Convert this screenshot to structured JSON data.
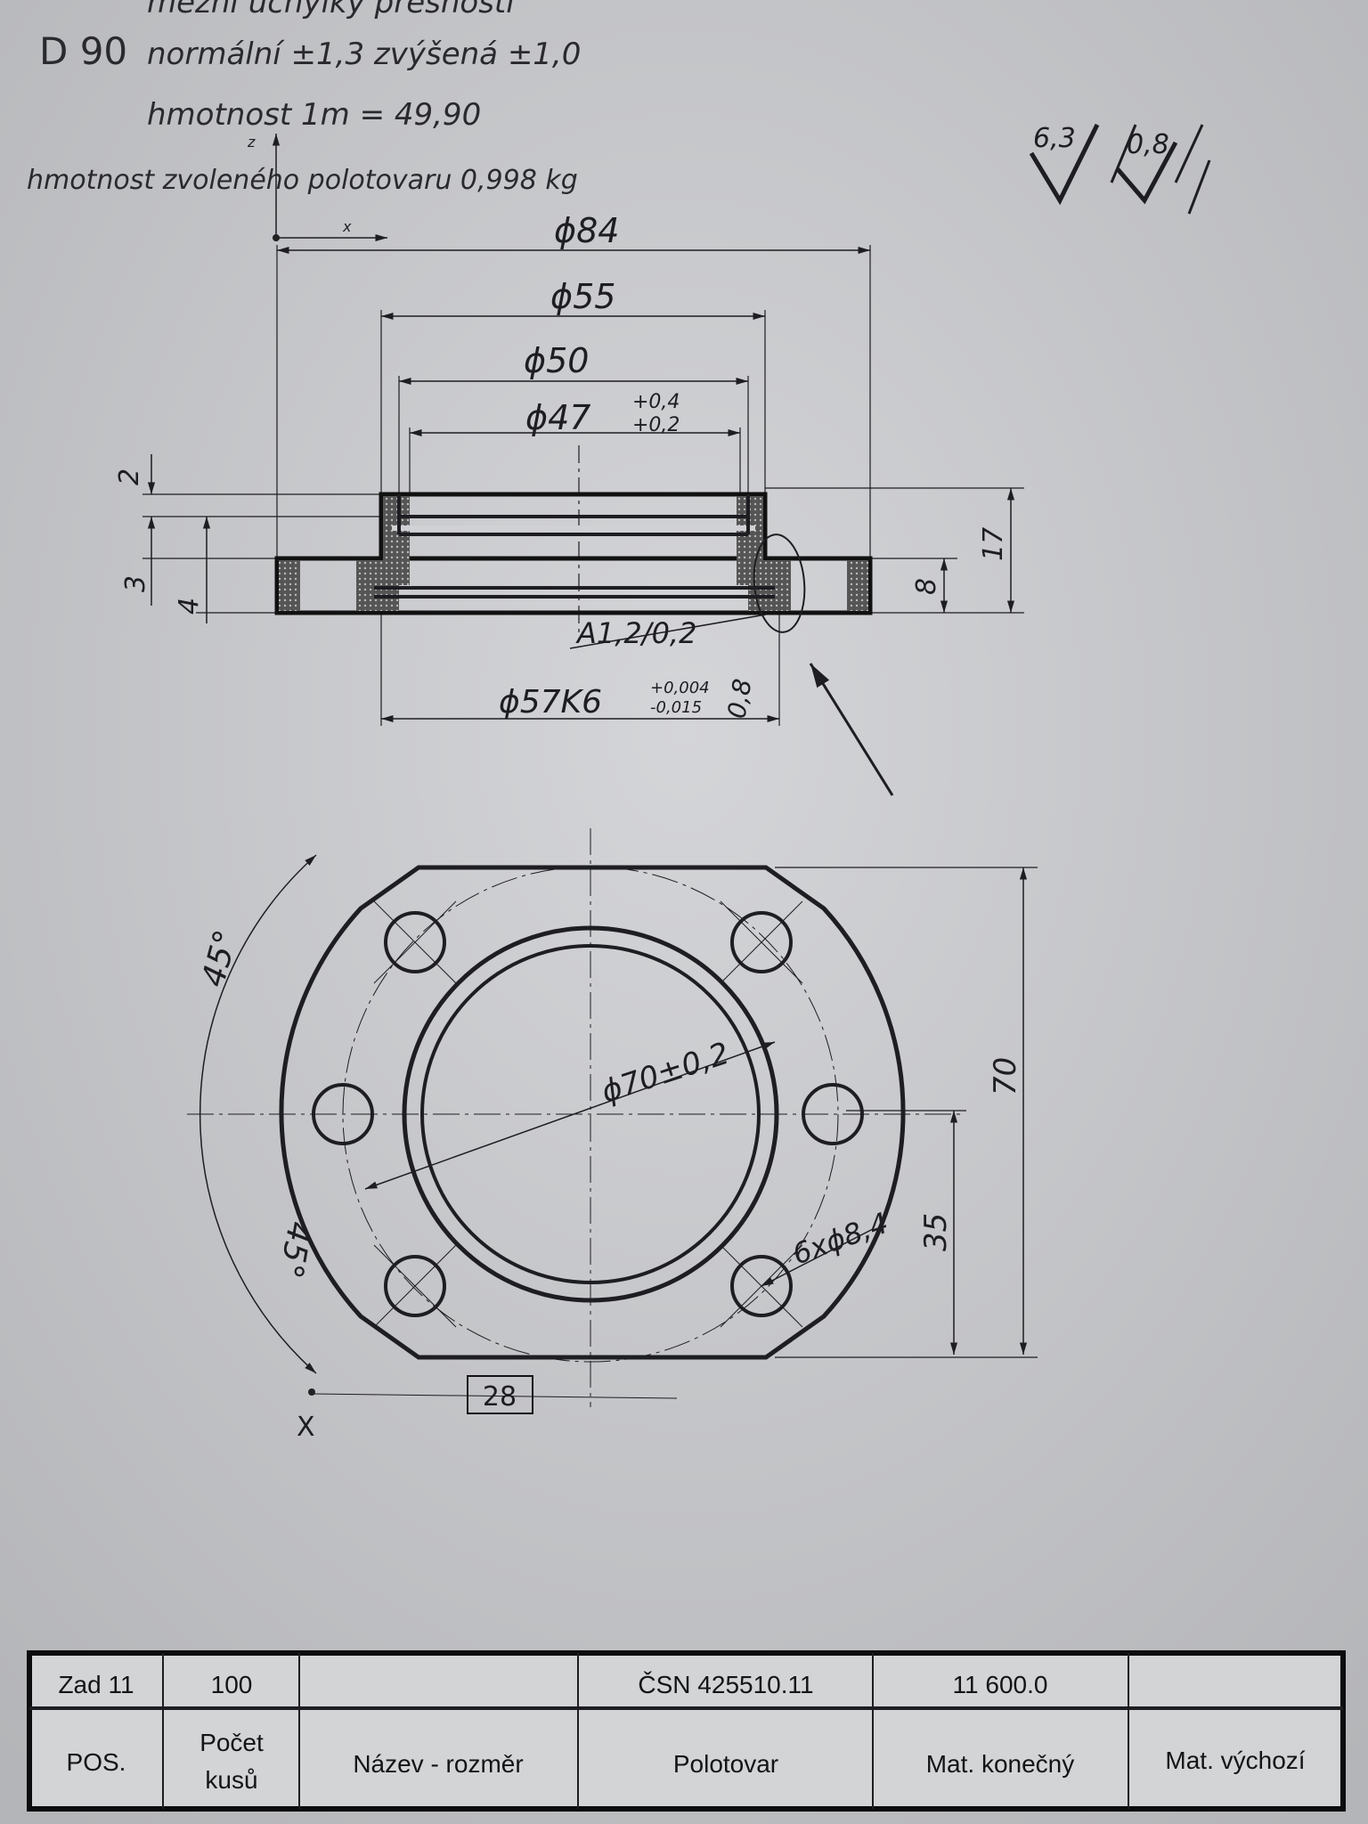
{
  "notes": {
    "line0": "mezní úchylky přesnosti",
    "line1_label": "D 90",
    "line1_text": "normální ±1,3  zvýšená ±1,0",
    "line2": "hmotnost 1m = 49,90",
    "line3": "hmotnost zvoleného polotovaru 0,998 kg"
  },
  "roughness": {
    "general": "6,3",
    "specific": "0,8"
  },
  "axes": {
    "z": "z",
    "x": "x",
    "x_bottom": "X"
  },
  "section_view": {
    "d84": "ϕ84",
    "d55": "ϕ55",
    "d50": "ϕ50",
    "d47": "ϕ47",
    "d47_tol_upper": "+0,4",
    "d47_tol_lower": "+0,2",
    "h2": "2",
    "h3": "3",
    "h4": "4",
    "h8": "8",
    "h17": "17",
    "groove": "A1,2/0,2",
    "d57": "ϕ57K6",
    "d57_tol_upper": "+0,004",
    "d57_tol_lower": "-0,015",
    "d0_8": "0,8"
  },
  "plan_view": {
    "angle_top": "45°",
    "angle_bottom": "45°",
    "d70": "ϕ70±0,2",
    "holes": "6xϕ8,4",
    "h70": "70",
    "h35": "35",
    "box28": "28"
  },
  "title_block": {
    "row1": [
      "Zad 11",
      "100",
      "",
      "ČSN 425510.11",
      "11 600.0",
      ""
    ],
    "row2": [
      "POS.",
      "Počet kusů",
      "Název - rozměr",
      "Polotovar",
      "Mat. konečný",
      "Mat. výchozí"
    ],
    "row2_count_line1": "Počet",
    "row2_count_line2": "kusů"
  }
}
